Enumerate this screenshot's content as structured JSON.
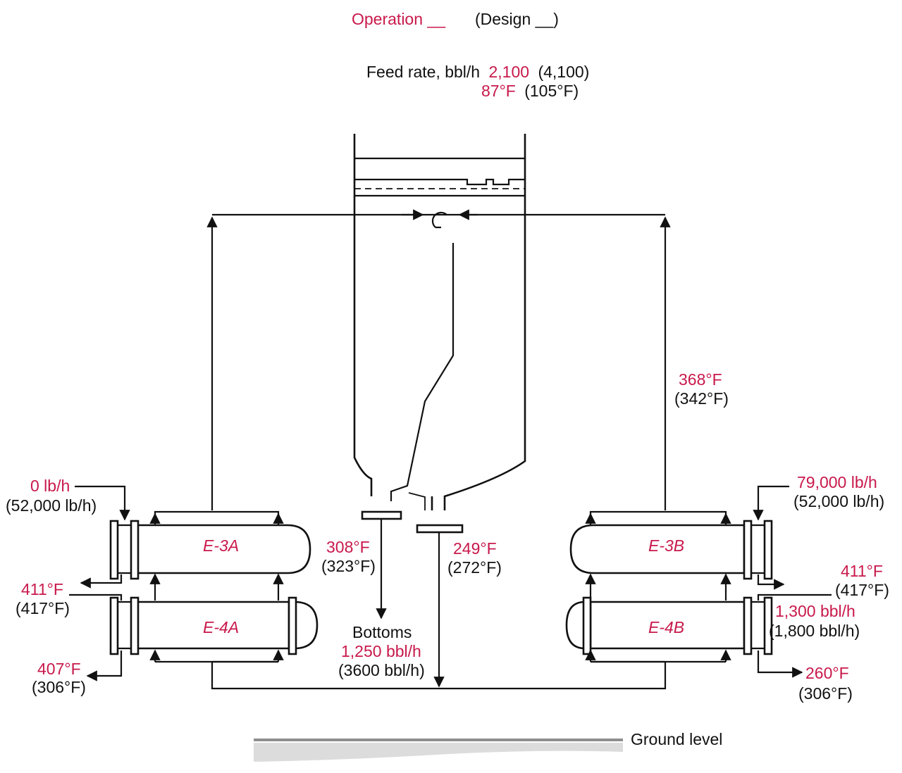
{
  "header": {
    "operation_label": "Operation __",
    "design_label": "(Design __)"
  },
  "feed": {
    "rate_label": "Feed rate, bbl/h",
    "rate_operation": "2,100",
    "rate_design": "(4,100)",
    "temp_operation": "87°F",
    "temp_design": "(105°F)"
  },
  "exchangers": {
    "e3a": "E-3A",
    "e4a": "E-4A",
    "e3b": "E-3B",
    "e4b": "E-4B"
  },
  "left_side": {
    "steam_operation": "0 lb/h",
    "steam_design": "(52,000 lb/h)",
    "inlet_temp_operation": "411°F",
    "inlet_temp_design": "(417°F)",
    "outlet_temp_operation": "407°F",
    "outlet_temp_design": "(306°F)"
  },
  "right_side": {
    "return_temp_operation": "368°F",
    "return_temp_design": "(342°F)",
    "steam_operation": "79,000 lb/h",
    "steam_design": "(52,000 lb/h)",
    "inlet_temp_operation": "411°F",
    "inlet_temp_design": "(417°F)",
    "flow_operation": "1,300 bbl/h",
    "flow_design": "(1,800 bbl/h)",
    "outlet_temp_operation": "260°F",
    "outlet_temp_design": "(306°F)"
  },
  "column_bottom": {
    "left_draw_temp_operation": "308°F",
    "left_draw_temp_design": "(323°F)",
    "right_draw_temp_operation": "249°F",
    "right_draw_temp_design": "(272°F)",
    "bottoms_label": "Bottoms",
    "bottoms_operation": "1,250 bbl/h",
    "bottoms_design": "(3600 bbl/h)"
  },
  "ground": {
    "label": "Ground level"
  },
  "colors": {
    "operation_text": "#c8194b",
    "design_text": "#111111",
    "ground_line": "#8f8f8f"
  }
}
